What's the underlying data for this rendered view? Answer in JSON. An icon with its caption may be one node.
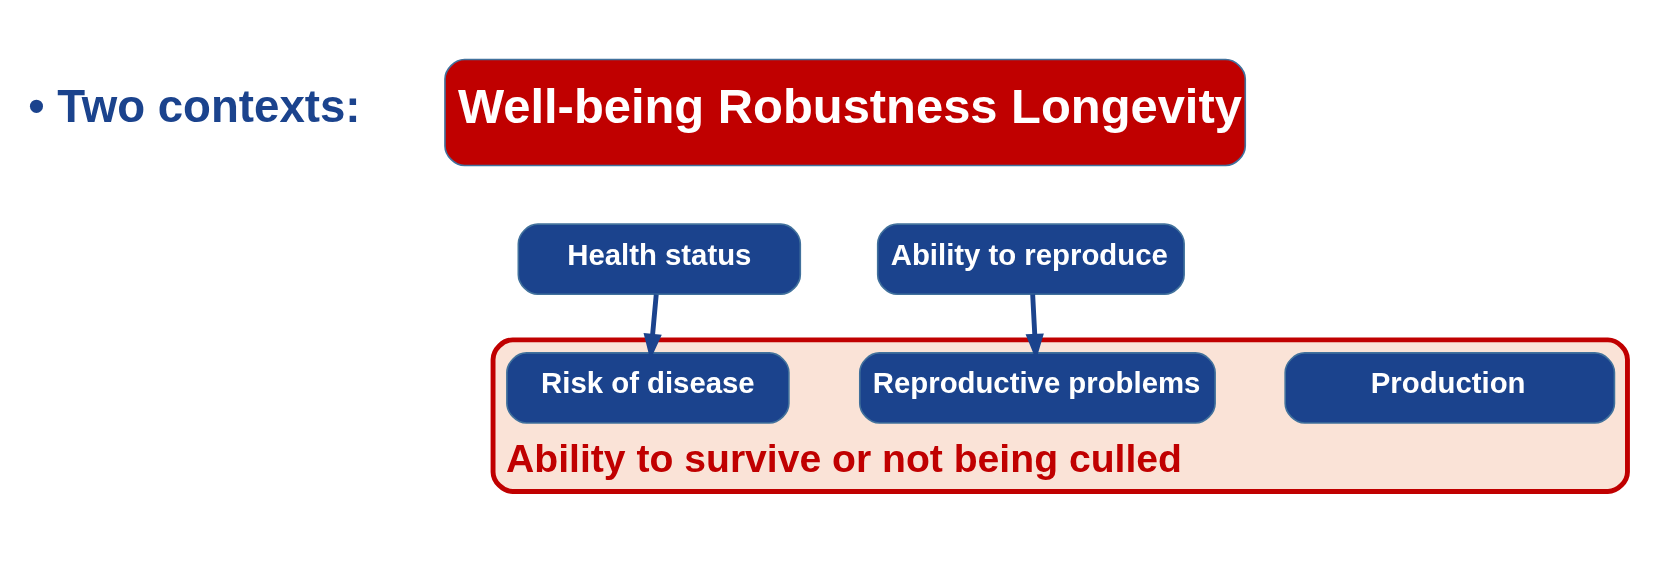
{
  "diagram": {
    "nodes": [
      {
        "text": [
          "Well-being Robustness Longevity"
        ]
      },
      {
        "text": [
          "Health status"
        ]
      },
      {
        "text": [
          "Ability to reproduce"
        ]
      },
      {
        "text": [
          "Ability to survive or not being culled"
        ]
      },
      {
        "text": [
          "Production"
        ],
        "in": 3
      },
      {
        "text": [
          "Risk of disease"
        ],
        "in": 3
      },
      {
        "text": [
          "Reproductive problems"
        ],
        "in": 3
      }
    ],
    "edges": [
      {
        "from": 1,
        "to": 5,
        "arrow": "to"
      },
      {
        "from": 2,
        "to": 6,
        "arrow": "to"
      }
    ],
    "labels": [
      "• Two contexts:"
    ]
  }
}
